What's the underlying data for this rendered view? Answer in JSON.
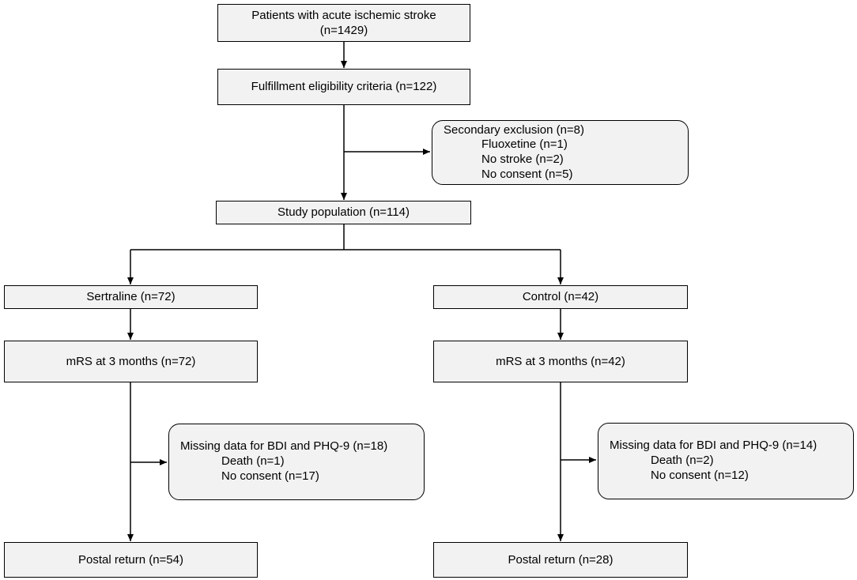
{
  "top": {
    "line1": "Patients with acute ischemic stroke",
    "line2": "(n=1429)"
  },
  "eligibility": "Fulfillment eligibility criteria (n=122)",
  "exclusion": {
    "title": "Secondary exclusion (n=8)",
    "items": [
      "Fluoxetine (n=1)",
      "No stroke (n=2)",
      "No consent (n=5)"
    ]
  },
  "population": "Study population (n=114)",
  "sertraline": {
    "group": "Sertraline (n=72)",
    "mrs": "mRS at 3 months (n=72)",
    "missing": {
      "title": "Missing data for BDI and PHQ-9 (n=18)",
      "items": [
        "Death (n=1)",
        "No consent (n=17)"
      ]
    },
    "postal": "Postal return (n=54)"
  },
  "control": {
    "group": "Control (n=42)",
    "mrs": "mRS at 3 months (n=42)",
    "missing": {
      "title": "Missing data for BDI and PHQ-9 (n=14)",
      "items": [
        "Death (n=2)",
        "No consent (n=12)"
      ]
    },
    "postal": "Postal return (n=28)"
  },
  "colors": {
    "box_fill": "#f2f2f2",
    "line": "#000000"
  }
}
